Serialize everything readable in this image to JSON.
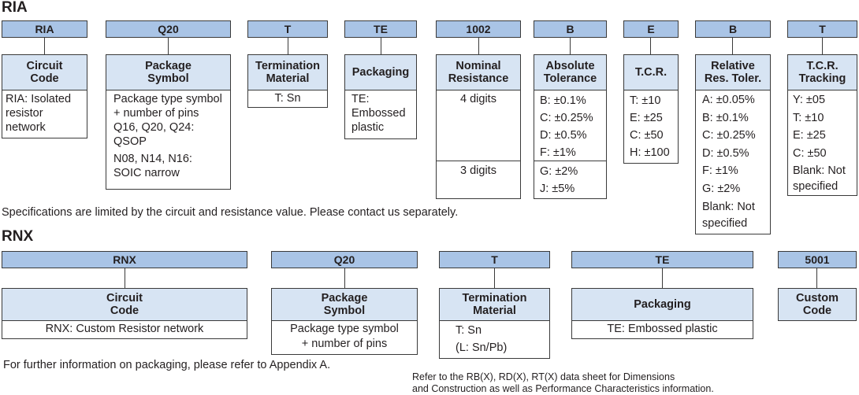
{
  "ria": {
    "title": "RIA",
    "boxes": [
      {
        "code": "RIA",
        "header": [
          "Circuit",
          "Code"
        ],
        "lines": [
          "RIA: Isolated",
          "resistor",
          "network"
        ]
      },
      {
        "code": "Q20",
        "header": [
          "Package",
          "Symbol"
        ],
        "lines": [
          "Package type symbol",
          "+ number of pins",
          "Q16, Q20, Q24:",
          "QSOP",
          "N08, N14, N16:",
          "SOIC narrow"
        ]
      },
      {
        "code": "T",
        "header": [
          "Termination",
          "Material"
        ],
        "lines": [
          "T: Sn"
        ]
      },
      {
        "code": "TE",
        "header": [
          "Packaging"
        ],
        "lines": [
          "TE:",
          "Embossed",
          "plastic"
        ]
      },
      {
        "code": "1002",
        "header": [
          "Nominal",
          "Resistance"
        ],
        "lines": [
          "4 digits",
          "3 digits"
        ]
      },
      {
        "code": "B",
        "header": [
          "Absolute",
          "Tolerance"
        ],
        "lines": [
          "B: ±0.1%",
          "C: ±0.25%",
          "D: ±0.5%",
          "F: ±1%",
          "G: ±2%",
          "J: ±5%"
        ]
      },
      {
        "code": "E",
        "header": [
          "T.C.R."
        ],
        "lines": [
          "T: ±10",
          "E: ±25",
          "C: ±50",
          "H: ±100"
        ]
      },
      {
        "code": "B",
        "header": [
          "Relative",
          "Res. Toler."
        ],
        "lines": [
          "A: ±0.05%",
          "B: ±0.1%",
          "C: ±0.25%",
          "D: ±0.5%",
          "F: ±1%",
          "G: ±2%",
          "Blank: Not",
          "specified"
        ]
      },
      {
        "code": "T",
        "header": [
          "T.C.R.",
          "Tracking"
        ],
        "lines": [
          "Y: ±05",
          "T: ±10",
          "E: ±25",
          "C: ±50",
          "Blank: Not",
          "specified"
        ]
      }
    ],
    "note": "Specifications are limited by the circuit and resistance value. Please contact us separately."
  },
  "rnx": {
    "title": "RNX",
    "boxes": [
      {
        "code": "RNX",
        "header": [
          "Circuit",
          "Code"
        ],
        "lines": [
          "RNX: Custom Resistor network"
        ]
      },
      {
        "code": "Q20",
        "header": [
          "Package",
          "Symbol"
        ],
        "lines": [
          "Package type symbol",
          "+ number of pins"
        ]
      },
      {
        "code": "T",
        "header": [
          "Termination",
          "Material"
        ],
        "lines": [
          "T: Sn",
          "(L: Sn/Pb)"
        ]
      },
      {
        "code": "TE",
        "header": [
          "Packaging"
        ],
        "lines": [
          "TE: Embossed plastic"
        ]
      },
      {
        "code": "5001",
        "header": [
          "Custom",
          "Code"
        ],
        "lines": []
      }
    ],
    "note1": "For further information on packaging, please refer to Appendix A.",
    "note2": [
      "Refer to the RB(X), RD(X), RT(X) data sheet for Dimensions",
      "and Construction as well as Performance Characteristics information."
    ]
  }
}
